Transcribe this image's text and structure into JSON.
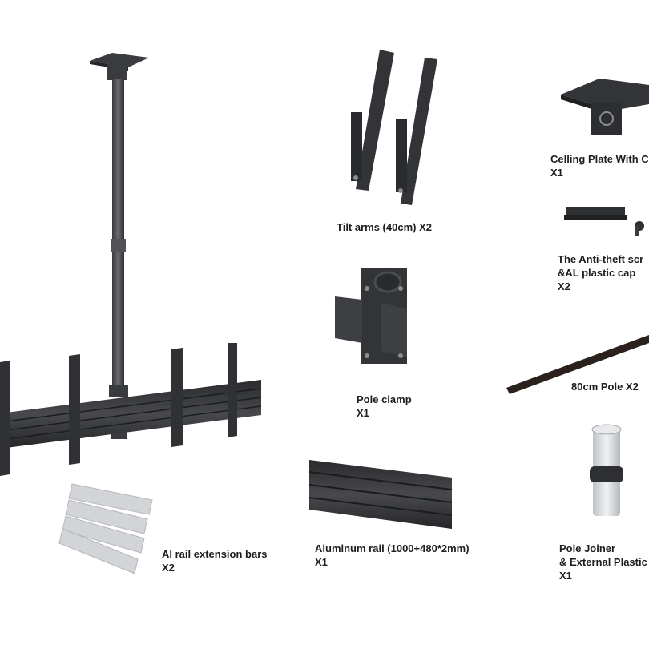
{
  "parts": {
    "ceiling_plate": {
      "name": "Celling Plate With C",
      "qty": "X1"
    },
    "tilt_arms": {
      "name": "Tilt arms (40cm) X2"
    },
    "anti_theft": {
      "line1": "The Anti-theft scr",
      "line2": "&AL plastic cap",
      "qty": "X2"
    },
    "pole_clamp": {
      "name": "Pole clamp",
      "qty": "X1"
    },
    "pole_80": {
      "name": "80cm Pole X2"
    },
    "al_rail_ext": {
      "name": "Al rail extension bars",
      "qty": "X2"
    },
    "aluminum_rail": {
      "name": "Aluminum rail (1000+480*2mm)",
      "qty": "X1"
    },
    "pole_joiner": {
      "line1": "Pole Joiner",
      "line2": "& External Plastic",
      "qty": "X1"
    }
  },
  "colors": {
    "metal_dark": "#2e2f31",
    "metal_mid": "#45474a",
    "metal_light": "#5c5e62",
    "aluminum": "#d7d9dc",
    "pole_brown": "#2a211c"
  }
}
